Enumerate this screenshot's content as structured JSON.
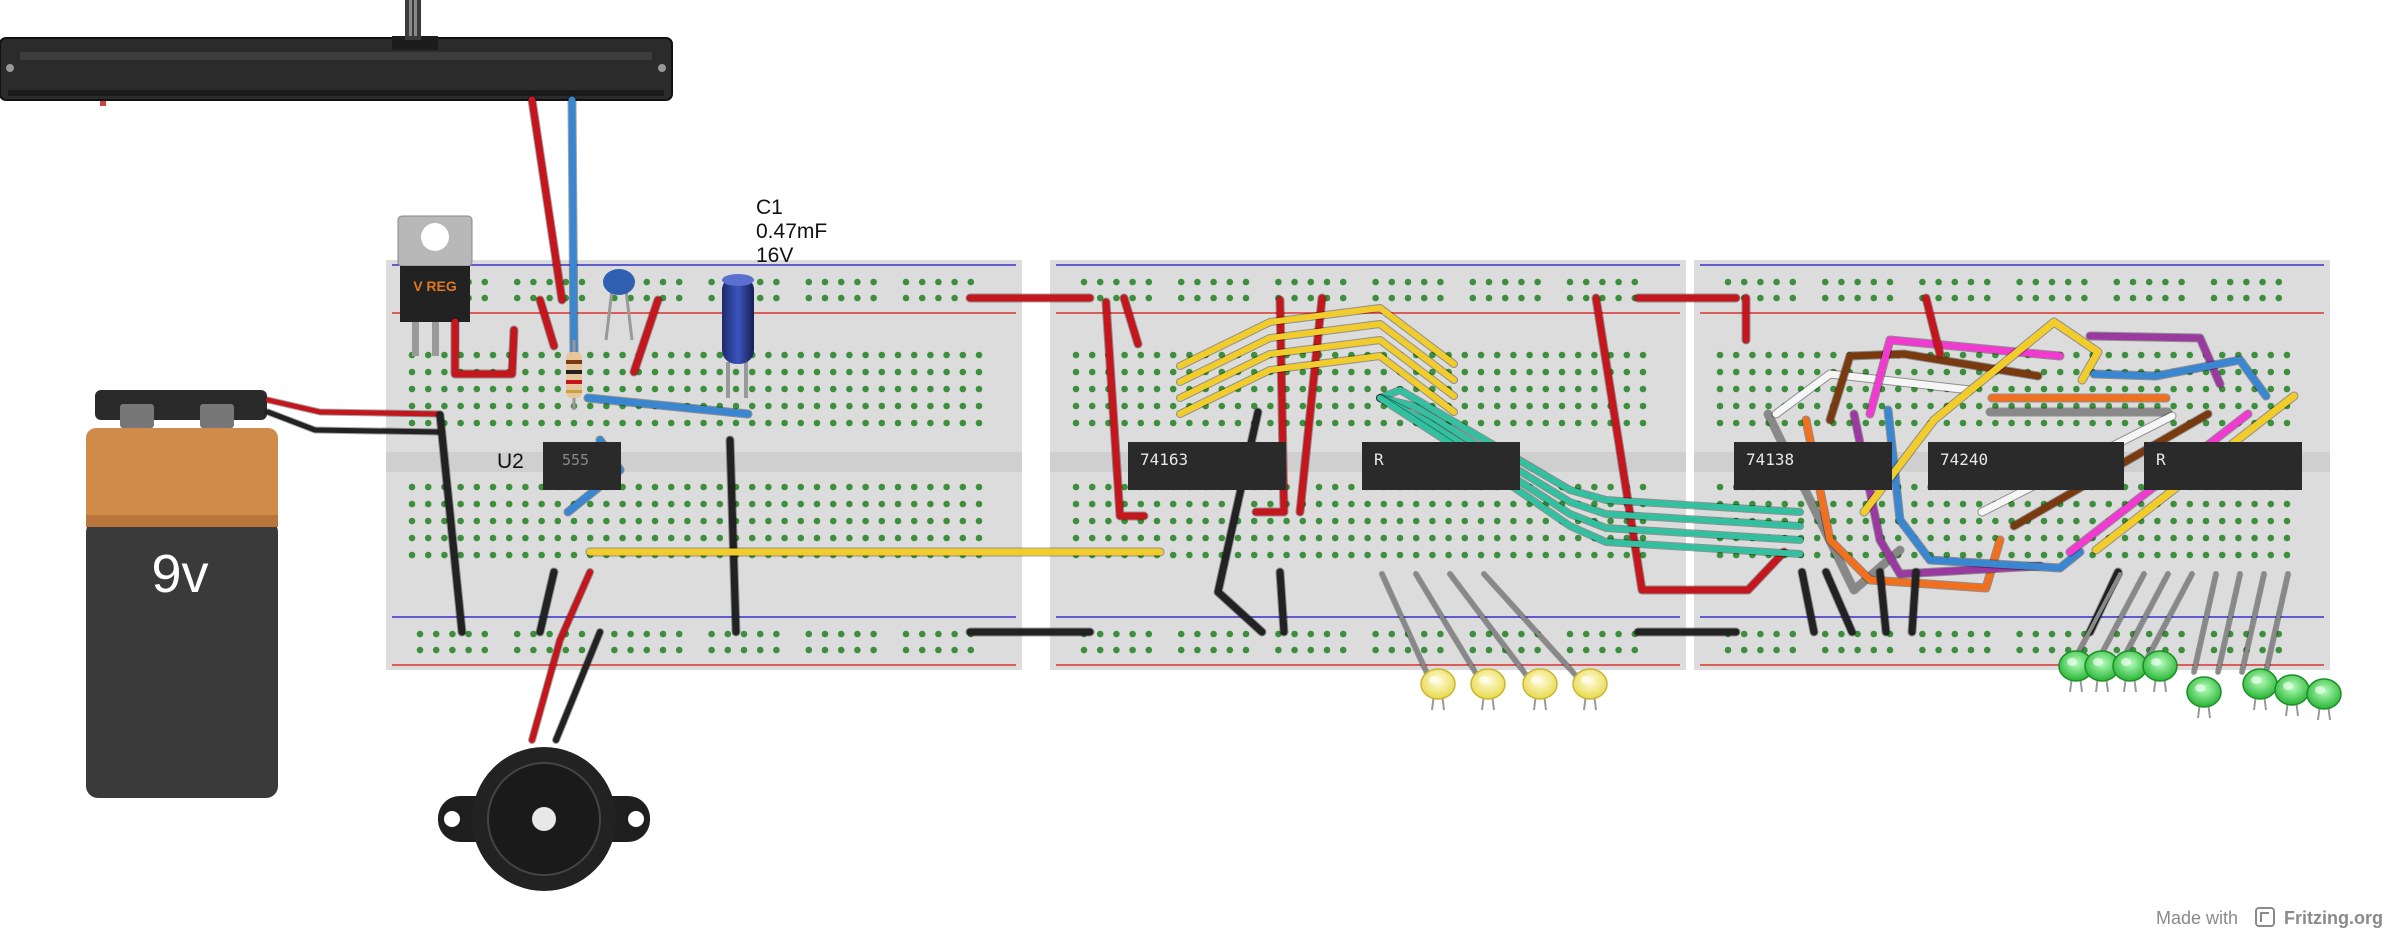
{
  "capacitor": {
    "ref": "C1",
    "value": "0.47mF",
    "voltage": "16V"
  },
  "regulator": {
    "label": "V REG"
  },
  "battery": {
    "label": "9v"
  },
  "timer": {
    "ref": "U2",
    "label": "555"
  },
  "chips": {
    "counter": "74163",
    "resistor1": "R",
    "decoder": "74138",
    "buffer": "74240",
    "resistor2": "R"
  },
  "footer": {
    "made_with": "Made with",
    "brand": "Fritzing.org"
  },
  "colors": {
    "board": "#dcdcdc",
    "hole": "#3d8f3d",
    "rail_red": "#d33",
    "rail_blue": "#33c",
    "wire_red": "#c4161c",
    "wire_blue": "#3a86d1",
    "wire_black": "#222",
    "wire_yellow": "#f2cc2a",
    "wire_teal": "#33c0a0",
    "wire_gray": "#888",
    "wire_orange": "#f07020",
    "wire_brown": "#7a3a10",
    "wire_pink": "#f03ad0",
    "wire_purple": "#9a3aa0",
    "wire_white": "#f6f6f6",
    "led_yellow": "#f7f08a",
    "led_green": "#3fd24a",
    "battery_cap": "#d08a4a",
    "battery_body": "#3a3a3a"
  }
}
